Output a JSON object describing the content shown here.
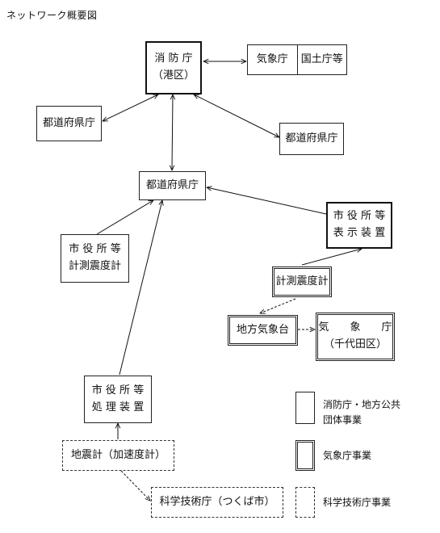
{
  "title": "ネットワーク概要図",
  "nodes": {
    "fdma_1": "消 防 庁",
    "fdma_2": "（港区）",
    "jma": "気象庁",
    "nla": "国土庁等",
    "pref_left": "都道府県庁",
    "pref_right": "都道府県庁",
    "pref_center": "都道府県庁",
    "city_display_1": "市 役 所 等",
    "city_display_2": "表 示 装 置",
    "city_seismo_1": "市 役 所 等",
    "city_seismo_2": "計測震度計",
    "seismo": "計測震度計",
    "local_met": "地方気象台",
    "jma_hq_1": "気　　象　　庁",
    "jma_hq_2": "（千代田区）",
    "city_proc_1": "市 役 所 等",
    "city_proc_2": "処 理 装 置",
    "accel": "地震計（加速度計）",
    "sta": "科学技術庁（つくば市）"
  },
  "legend": {
    "fdma_local_1": "消防庁・地方公共",
    "fdma_local_2": "団体事業",
    "jma_project": "気象庁事業",
    "sta_project": "科学技術庁事業"
  }
}
